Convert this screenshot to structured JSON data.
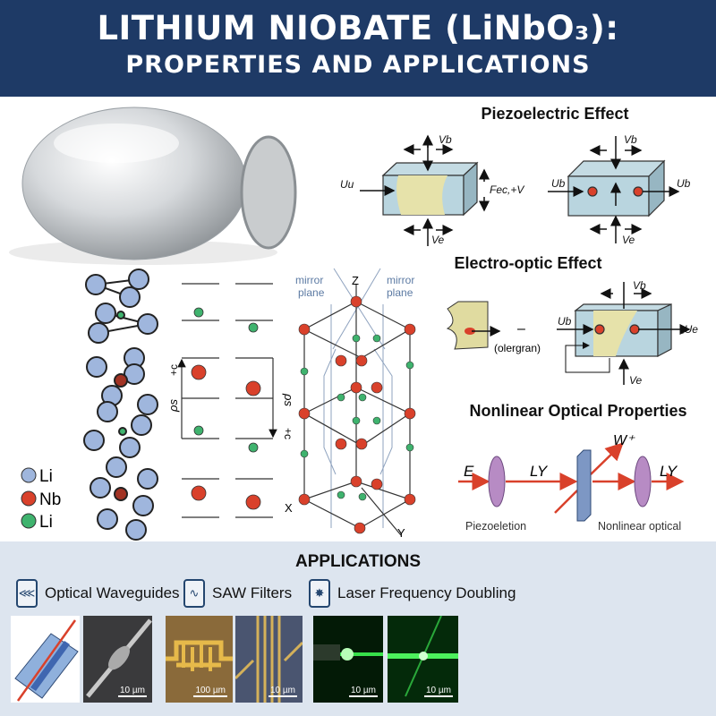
{
  "header": {
    "line1": "LITHIUM NIOBATE (LiNbO₃):",
    "line2": "PROPERTIES AND APPLICATIONS"
  },
  "structure": {
    "legend": [
      {
        "label": "Li",
        "color": "#9fb6dd"
      },
      {
        "label": "Nb",
        "color": "#d9412b"
      },
      {
        "label": "Li",
        "color": "#3fb36e"
      }
    ],
    "plus_c": "+c",
    "ps": "ρs",
    "mirror_plane": "mirror plane",
    "mirror_word1": "mirror",
    "mirror_word2": "plane",
    "axis_z": "Z",
    "axis_x": "X",
    "axis_y": "Y"
  },
  "piezo": {
    "title": "Piezoelectric Effect",
    "vb": "Vb",
    "ve": "Ve",
    "uu": "Uu",
    "ub": "Ub",
    "force": "Fec,+V"
  },
  "electro": {
    "title": "Electro-optic Effect",
    "caption": "(olergran)",
    "dash": "–",
    "vb": "Vb",
    "ub": "Ub",
    "ue": "ₓUe",
    "ve": "Ve"
  },
  "nonlinear": {
    "title": "Nonlinear Optical Properties",
    "e": "E",
    "ly1": "LY",
    "w": "W⁺",
    "ly2": "LY",
    "left_caption": "Piezoeletion",
    "right_caption": "Nonlinear optical"
  },
  "applications": {
    "title": "APPLICATIONS",
    "items": [
      {
        "label": "Optical Waveguides",
        "icon": "waveguide-icon",
        "scales": [
          "10 µm"
        ]
      },
      {
        "label": "SAW Filters",
        "icon": "wave-icon",
        "scales": [
          "100 µm",
          "10 µm"
        ]
      },
      {
        "label": "Laser Frequency Doubling",
        "icon": "laser-icon",
        "scales": [
          "10 µm",
          "10 µm"
        ]
      }
    ]
  }
}
